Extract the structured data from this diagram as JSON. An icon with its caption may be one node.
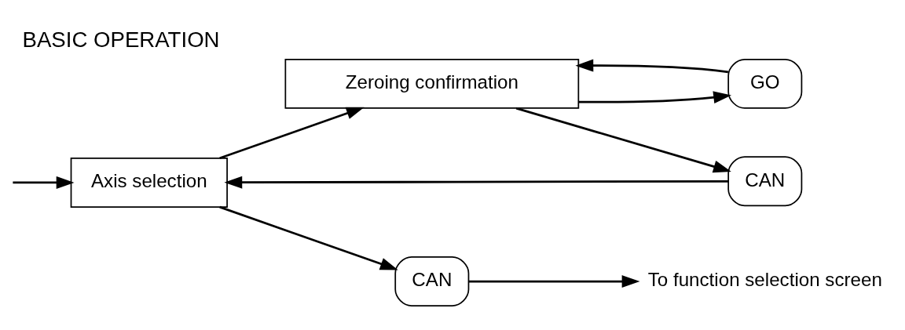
{
  "diagram": {
    "title": "BASIC OPERATION",
    "nodes": [
      {
        "text": [
          "Axis selection"
        ]
      },
      {
        "text": [
          "Zeroing confirmation"
        ]
      },
      {
        "text": [
          "CAN"
        ]
      },
      {
        "text": [
          "To function selection screen"
        ]
      },
      {
        "text": [
          "GO"
        ]
      },
      {
        "text": [
          "CAN"
        ]
      }
    ],
    "edges": [
      {
        "from": null,
        "to": 0,
        "arrow": "to"
      },
      {
        "from": 0,
        "to": 1,
        "arrow": "to"
      },
      {
        "from": 0,
        "to": 2,
        "arrow": "to"
      },
      {
        "from": 2,
        "to": 3,
        "arrow": "to"
      },
      {
        "from": 1,
        "to": 4,
        "arrow": "to"
      },
      {
        "from": 1,
        "to": 5,
        "arrow": "to"
      },
      {
        "from": 4,
        "to": 1,
        "arrow": "to"
      },
      {
        "from": 5,
        "to": 0,
        "arrow": "to"
      }
    ]
  }
}
